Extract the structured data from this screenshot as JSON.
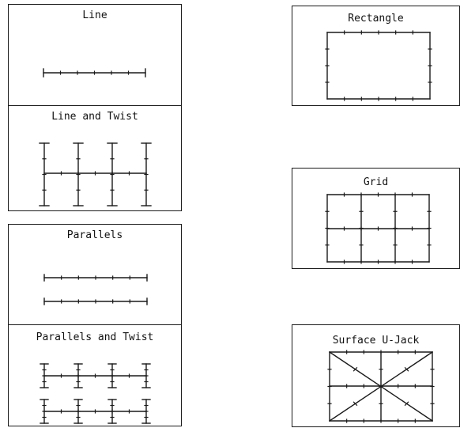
{
  "panels": {
    "line": {
      "title": "Line"
    },
    "line_twist": {
      "title": "Line and Twist"
    },
    "parallels": {
      "title": "Parallels"
    },
    "parallels_twist": {
      "title": "Parallels and Twist"
    },
    "rectangle": {
      "title": "Rectangle"
    },
    "grid": {
      "title": "Grid"
    },
    "surface_ujack": {
      "title": "Surface U-Jack"
    }
  },
  "colors": {
    "ink": "#1a1a1a",
    "background": "#ffffff"
  }
}
